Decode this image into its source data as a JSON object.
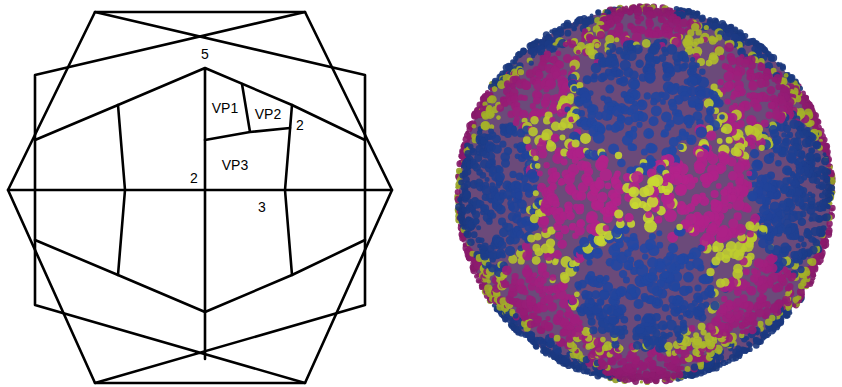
{
  "diagram": {
    "labels": [
      "5",
      "VP1",
      "VP2",
      "2",
      "2",
      "VP3",
      "3"
    ]
  }
}
